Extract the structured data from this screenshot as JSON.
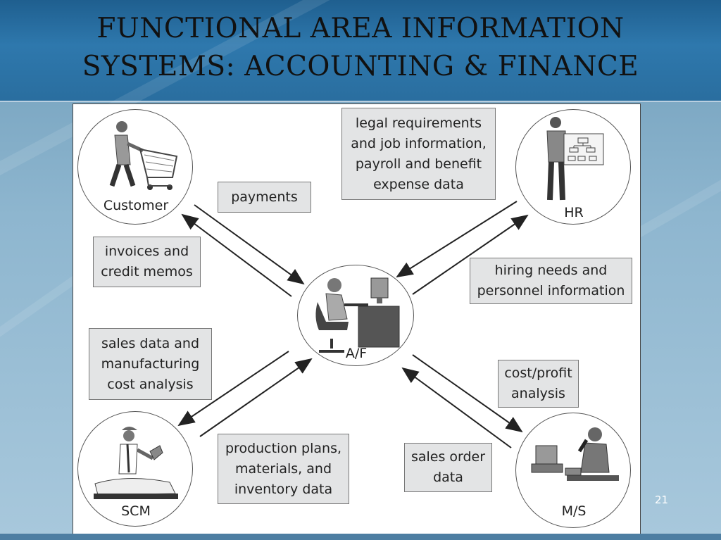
{
  "slide": {
    "title_line1": "FUNCTIONAL AREA INFORMATION",
    "title_line2": "SYSTEMS: ACCOUNTING & FINANCE",
    "page_number": "21"
  },
  "nodes": {
    "customer": {
      "label": "Customer",
      "icon": "customer-cart-icon"
    },
    "hr": {
      "label": "HR",
      "icon": "presenter-org-chart-icon"
    },
    "af": {
      "label": "A/F",
      "icon": "office-worker-computer-icon"
    },
    "scm": {
      "label": "SCM",
      "icon": "engineer-blueprint-icon"
    },
    "ms": {
      "label": "M/S",
      "icon": "phone-sales-icon"
    }
  },
  "flows": {
    "payments": "payments",
    "invoices": "invoices and\ncredit memos",
    "legal": "legal requirements\nand job information,\npayroll and benefit\nexpense data",
    "hiring": "hiring needs and\npersonnel information",
    "sales_mfg": "sales data and\nmanufacturing\ncost analysis",
    "production": "production plans,\nmaterials, and\ninventory data",
    "cost_profit": "cost/profit\nanalysis",
    "sales_order": "sales order\ndata"
  },
  "colors": {
    "header": "#2e78ad",
    "background": "#8eb6cf",
    "box_fill": "#e3e4e5",
    "arrow": "#222222"
  }
}
